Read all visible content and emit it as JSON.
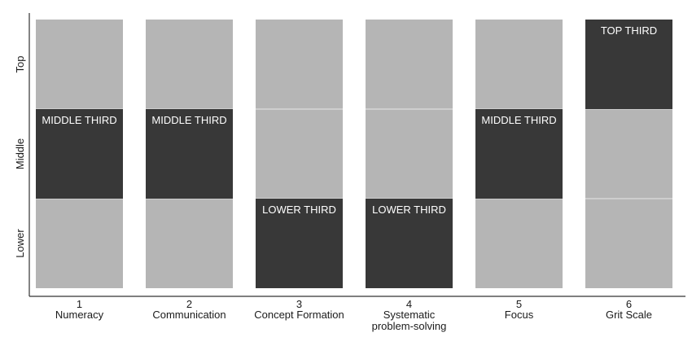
{
  "chart_data": {
    "type": "heatmap",
    "title": "",
    "xlabel": "",
    "ylabel": "",
    "y_categories": [
      "Lower",
      "Middle",
      "Top"
    ],
    "columns": [
      {
        "number": "1",
        "name": [
          "Numeracy"
        ],
        "level": "Middle",
        "label": "MIDDLE THIRD"
      },
      {
        "number": "2",
        "name": [
          "Communication"
        ],
        "level": "Middle",
        "label": "MIDDLE THIRD"
      },
      {
        "number": "3",
        "name": [
          "Concept Formation"
        ],
        "level": "Lower",
        "label": "LOWER THIRD"
      },
      {
        "number": "4",
        "name": [
          "Systematic",
          "problem-solving"
        ],
        "level": "Lower",
        "label": "LOWER THIRD"
      },
      {
        "number": "5",
        "name": [
          "Focus"
        ],
        "level": "Middle",
        "label": "MIDDLE THIRD"
      },
      {
        "number": "6",
        "name": [
          "Grit Scale"
        ],
        "level": "Top",
        "label": "TOP THIRD"
      }
    ],
    "grid": false,
    "legend": "none",
    "colors": {
      "highlight": "#383838",
      "base": "#b5b5b5",
      "band_line": "#e6e6e6",
      "axis": "#333333",
      "label_text": "#ffffff",
      "tick_text": "#1a1a1a"
    }
  }
}
